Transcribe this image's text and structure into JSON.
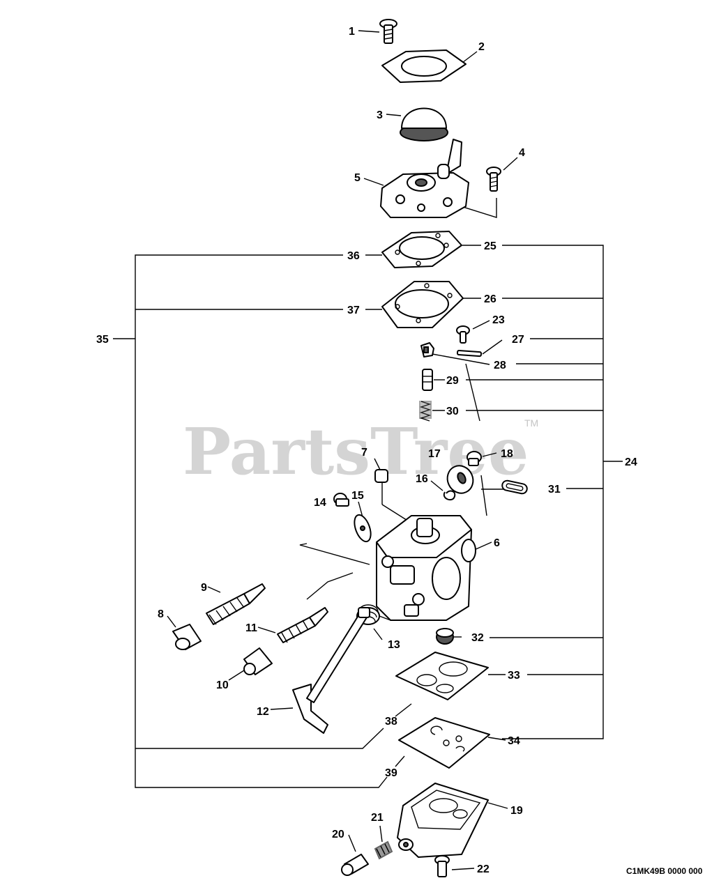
{
  "watermark": {
    "text": "PartsTree",
    "trademark": "TM"
  },
  "diagram_code": "C1MK49B 0000 000",
  "callouts": [
    "1",
    "2",
    "3",
    "4",
    "5",
    "6",
    "7",
    "8",
    "9",
    "10",
    "11",
    "12",
    "13",
    "14",
    "15",
    "16",
    "17",
    "18",
    "19",
    "20",
    "21",
    "22",
    "23",
    "24",
    "25",
    "26",
    "27",
    "28",
    "29",
    "30",
    "31",
    "32",
    "33",
    "34",
    "35",
    "36",
    "37",
    "38",
    "39"
  ],
  "icons": [
    "screw-icon",
    "gasket-icon",
    "primer-bulb-icon",
    "spring-icon",
    "needle-icon",
    "lever-icon",
    "carburetor-body-icon"
  ]
}
